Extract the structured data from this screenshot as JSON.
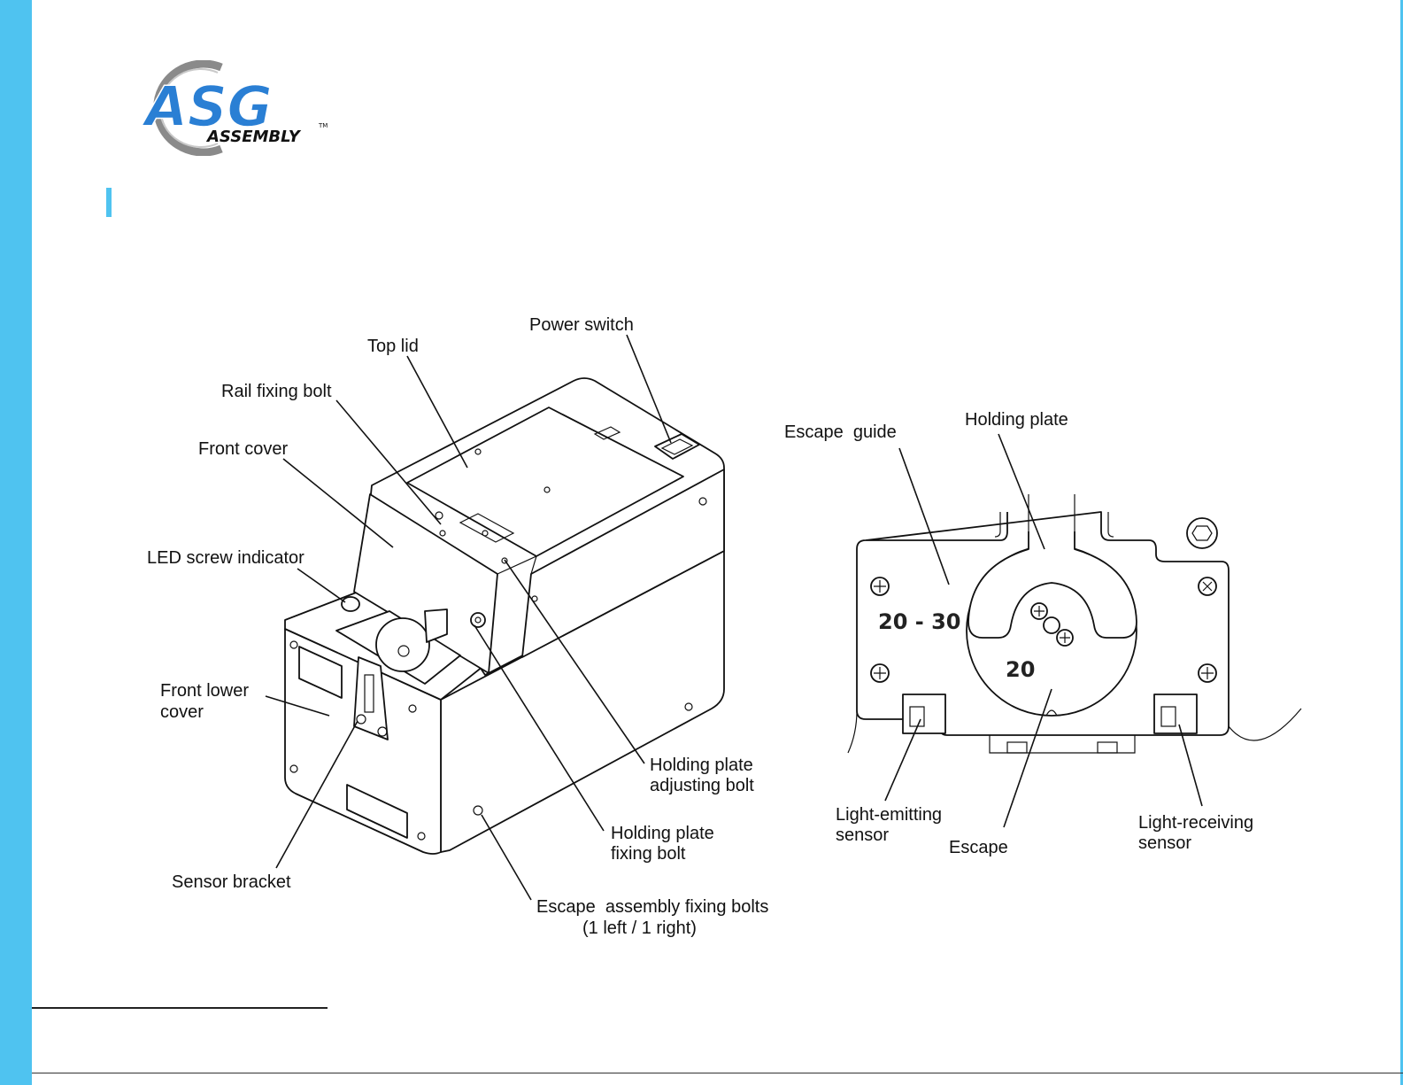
{
  "brand": {
    "name": "ASG",
    "subtitle": "ASSEMBLY",
    "trademark": "TM",
    "accent_color": "#4fc3f0",
    "logo_blue": "#2a7fd4"
  },
  "left_diagram": {
    "labels": {
      "power_switch": "Power switch",
      "top_lid": "Top lid",
      "rail_fixing_bolt": "Rail fixing bolt",
      "front_cover": "Front cover",
      "led_screw_indicator": "LED screw indicator",
      "front_lower_cover_1": "Front lower",
      "front_lower_cover_2": "cover",
      "sensor_bracket": "Sensor bracket",
      "holding_plate_adjusting_bolt_1": "Holding plate",
      "holding_plate_adjusting_bolt_2": "adjusting bolt",
      "holding_plate_fixing_bolt_1": "Holding plate",
      "holding_plate_fixing_bolt_2": "fixing bolt",
      "escape_assembly_fixing_bolts_1": "Escape  assembly fixing bolts",
      "escape_assembly_fixing_bolts_2": "(1 left / 1 right)"
    }
  },
  "right_diagram": {
    "labels": {
      "escape_guide": "Escape  guide",
      "holding_plate": "Holding plate",
      "light_emitting_sensor_1": "Light-emitting",
      "light_emitting_sensor_2": "sensor",
      "escape": "Escape",
      "light_receiving_sensor_1": "Light-receiving",
      "light_receiving_sensor_2": "sensor"
    },
    "markings": {
      "guide_range": "20 - 30",
      "escape_size": "20"
    }
  }
}
